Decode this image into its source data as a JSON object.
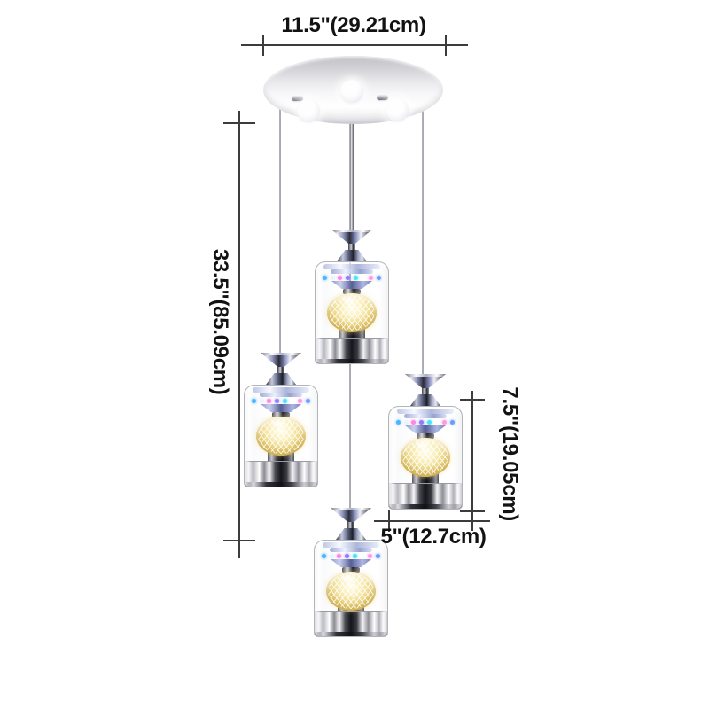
{
  "diagram": {
    "background": "#ffffff",
    "labels": {
      "canopy_width": "11.5\"(29.21cm)",
      "overall_drop": "33.5\"(85.09cm)",
      "shade_height": "7.5\"(19.05cm)",
      "shade_diameter": "5\"(12.7cm)"
    },
    "fixture": {
      "pendant_count": 4,
      "canopy_bulb_grip_count": 3,
      "colors": {
        "dimension_line": "#3c3c3c",
        "dimension_text": "#121212",
        "canopy_gray": "#c9c9cd",
        "glass_edge": "#b2b4bc",
        "mesh_globe_amber": "#f1dd90",
        "chrome_dark": "#26262c",
        "led_dots": [
          "#49b4ff",
          "#eaf4ff",
          "#ff85e0",
          "#8f7bff",
          "#4fe0ff",
          "#ffffff",
          "#ff9be4",
          "#6a9bff"
        ]
      }
    }
  }
}
